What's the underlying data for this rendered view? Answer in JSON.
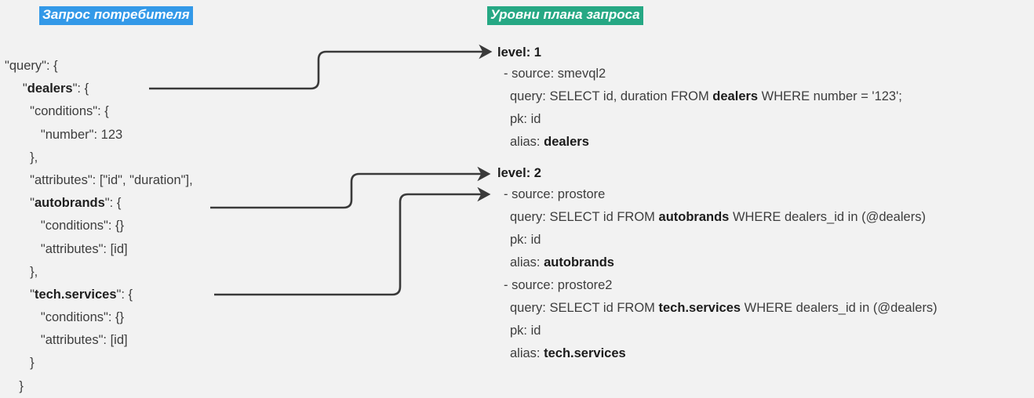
{
  "headers": {
    "left": "Запрос потребителя",
    "right": "Уровни плана запроса",
    "left_bg": "#3399e8",
    "right_bg": "#26a884"
  },
  "consumer_query": {
    "lines": [
      "\"query\": {",
      "     \"|b|dealers|/b|\": {",
      "       \"conditions\": {",
      "          \"number\": 123",
      "       },",
      "       \"attributes\": [\"id\", \"duration\"],",
      "       \"|b|autobrands|/b|\": {",
      "          \"conditions\": {}",
      "          \"attributes\": [id]",
      "       },",
      "       \"|b|tech.services|/b|\": {",
      "          \"conditions\": {}",
      "          \"attributes\": [id]",
      "       }",
      "    }"
    ]
  },
  "plan_levels": [
    {
      "head": "level: 1",
      "sources": [
        {
          "source": "- source: smevql2",
          "query": "query: SELECT id, duration FROM |b|dealers|/b| WHERE number = '123';",
          "pk": "pk: id",
          "alias": "alias: |b|dealers|/b|"
        }
      ]
    },
    {
      "head": "level: 2",
      "sources": [
        {
          "source": "- source: prostore",
          "query": "query: SELECT id FROM |b|autobrands|/b| WHERE dealers_id in (@dealers)",
          "pk": "pk: id",
          "alias": "alias: |b|autobrands|/b|"
        },
        {
          "source": "- source: prostore2",
          "query": "query: SELECT id FROM |b|tech.services|/b| WHERE dealers_id in (@dealers)",
          "pk": "pk: id",
          "alias": "alias: |b|tech.services|/b|"
        }
      ]
    }
  ],
  "connectors": {
    "color": "#3a3a3a",
    "items": [
      {
        "name": "dealers-to-level-1",
        "from": "dealers",
        "to": "level: 1"
      },
      {
        "name": "autobrands-to-level-2",
        "from": "autobrands",
        "to": "level: 2"
      },
      {
        "name": "tech-services-to-level-2",
        "from": "tech.services",
        "to": "level: 2"
      }
    ]
  }
}
